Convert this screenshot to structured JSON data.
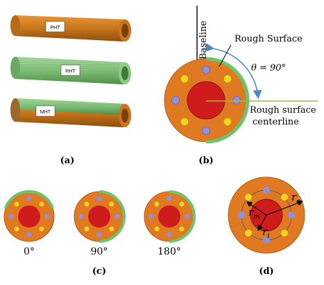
{
  "colors": {
    "orange": "#e07a22",
    "orange_dark": "#b45a12",
    "red_core": "#cf1b1b",
    "yellow": "#f2d51c",
    "blue_dot": "#8f8fe8",
    "green": "#6ec46a",
    "blue_arrow": "#4a86c8",
    "pipe_orange": "#c8761c",
    "pipe_green": "#7fbf77"
  },
  "panel_a": {
    "label": "(a)",
    "pipes": [
      {
        "tag": "PHT",
        "style": "plain"
      },
      {
        "tag": "RHT",
        "style": "rough"
      },
      {
        "tag": "MHT",
        "style": "mixed"
      }
    ]
  },
  "panel_b": {
    "label": "(b)",
    "baseline": "Baseline",
    "rough_surface": "Rough Surface",
    "theta": "θ = 90°",
    "centerline_1": "Rough surface",
    "centerline_2": "centerline"
  },
  "panel_c": {
    "label": "(c)",
    "angles": [
      "0°",
      "90°",
      "180°"
    ]
  },
  "panel_d": {
    "label": "(d)",
    "r_o": "r",
    "r_o_sub": "o",
    "r_m": "r",
    "r_m_sub": "m",
    "r_i": "r",
    "r_i_sub": "i"
  }
}
